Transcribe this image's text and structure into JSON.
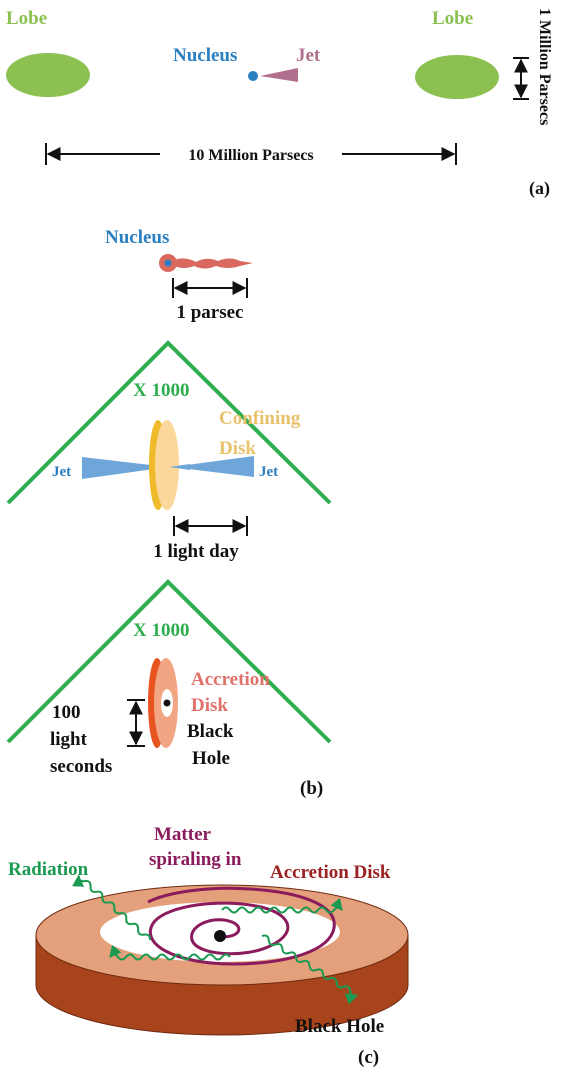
{
  "panel_a": {
    "lobe_left": "Lobe",
    "lobe_right": "Lobe",
    "nucleus": "Nucleus",
    "jet": "Jet",
    "scale_vertical": "1 Million Parsecs",
    "scale_horizontal": "10 Million Parsecs",
    "caption": "(a)"
  },
  "panel_b": {
    "nucleus": "Nucleus",
    "scale_1": "1 parsec",
    "zoom_1": "X  1000",
    "confining_disk_1": "Confining",
    "confining_disk_2": "Disk",
    "jet_left": "Jet",
    "jet_right": "Jet",
    "scale_2": "1 light day",
    "zoom_2": "X  1000",
    "accretion_disk_1": "Accretion",
    "accretion_disk_2": "Disk",
    "black_hole_1": "Black",
    "black_hole_2": "Hole",
    "scale_3_line1": "100",
    "scale_3_line2": "light",
    "scale_3_line3": "seconds",
    "caption": "(b)"
  },
  "panel_c": {
    "matter_1": "Matter",
    "matter_2": "spiraling in",
    "radiation": "Radiation",
    "accretion_disk": "Accretion Disk",
    "black_hole": "Black Hole",
    "caption": "(c)"
  },
  "colors": {
    "lobe": "#8cc152",
    "nucleus": "#2a7fc0",
    "jet_a": "#b0708e",
    "jet_b": "#d9685f",
    "zoom_green": "#2fae4f",
    "confining": "#e8c26a",
    "jet_blue": "#6ea6d9",
    "accretion_label": "#e0706a",
    "disk_top": "#e3a07a",
    "disk_side": "#a8441c",
    "matter": "#8a1b5c",
    "radiation": "#1a9a50",
    "accretion_disk_label": "#9a2222",
    "black": "#111111"
  }
}
